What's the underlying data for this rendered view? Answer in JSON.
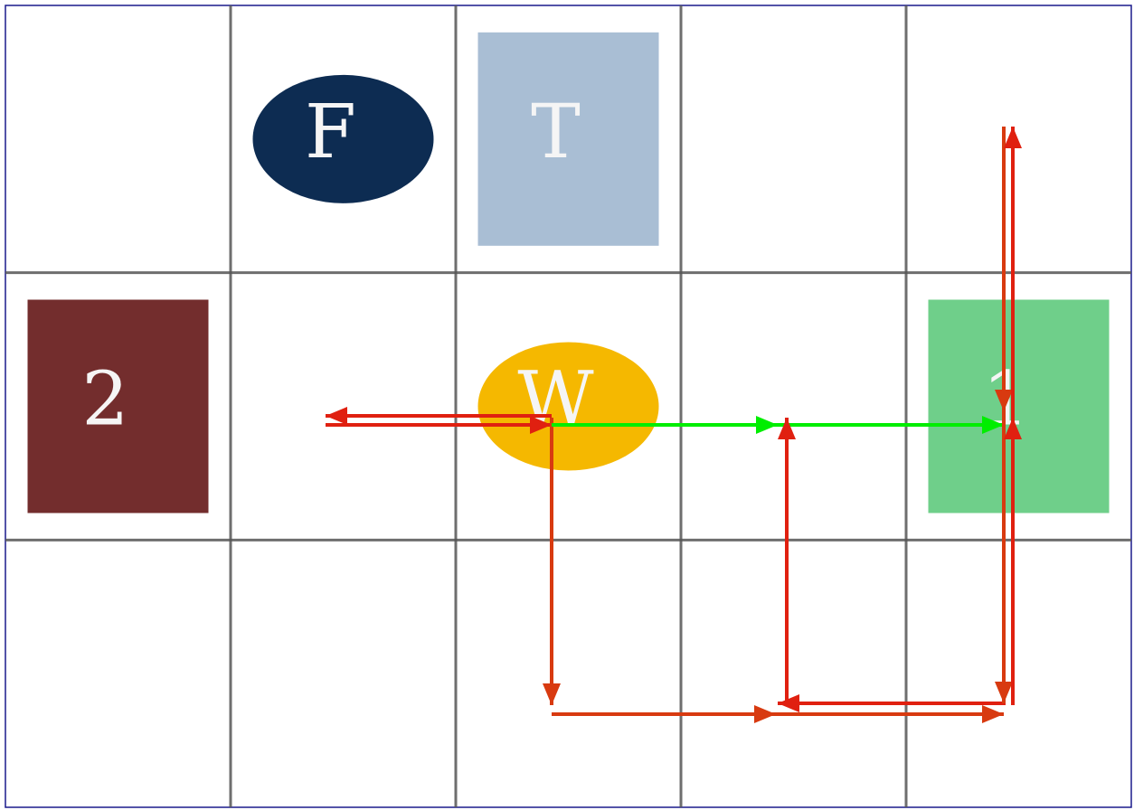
{
  "board": {
    "columns": 5,
    "rows": 3,
    "background": "#ffffff",
    "grid_line_color": "#555555",
    "frame_color": "#1a1a8c"
  },
  "pieces": [
    {
      "id": "piece-f",
      "label": "F",
      "shape": "ellipse",
      "fill": "#0d2c52",
      "text_color": "#f5f5f5",
      "col": 1,
      "row": 0
    },
    {
      "id": "piece-t",
      "label": "T",
      "shape": "rect",
      "fill": "#a9bed4",
      "text_color": "#f5f5f5",
      "col": 2,
      "row": 0
    },
    {
      "id": "piece-2",
      "label": "2",
      "shape": "rect",
      "fill": "#732d2d",
      "text_color": "#f5f5f5",
      "col": 0,
      "row": 1
    },
    {
      "id": "piece-w",
      "label": "W",
      "shape": "ellipse",
      "fill": "#f5b800",
      "text_color": "#f5f5f5",
      "col": 2,
      "row": 1
    },
    {
      "id": "piece-1",
      "label": "1",
      "shape": "rect",
      "fill": "#6fcf8a",
      "text_color": "#f5f5f5",
      "col": 4,
      "row": 1
    }
  ],
  "arrow_colors": {
    "red": "#e02010",
    "orange_red": "#d83a10",
    "green": "#00ee00"
  }
}
